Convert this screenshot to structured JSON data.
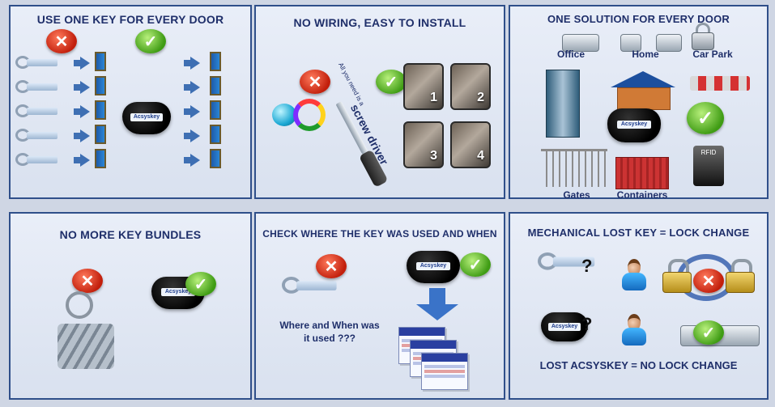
{
  "panels": {
    "p1": {
      "title": "USE ONE KEY FOR EVERY DOOR"
    },
    "p2": {
      "title": "NO WIRING, EASY TO INSTALL",
      "screwdriver_text": "screw driver",
      "small_text": "All you need is a",
      "steps": [
        "1",
        "2",
        "3",
        "4"
      ]
    },
    "p3": {
      "title": "ONE SOLUTION FOR EVERY DOOR",
      "labels": {
        "office": "Office",
        "home": "Home",
        "car_park": "Car Park",
        "gates": "Gates",
        "containers": "Containers",
        "rfid": "RFID"
      }
    },
    "p4": {
      "title": "NO MORE KEY BUNDLES"
    },
    "p5": {
      "title": "CHECK WHERE THE KEY WAS USED AND WHEN",
      "question": "Where and When was it used ???"
    },
    "p6": {
      "title": "MECHANICAL LOST KEY = LOCK CHANGE",
      "bottom_text": "LOST ACSYSKEY = NO LOCK CHANGE",
      "qmark": "?"
    }
  },
  "brand": {
    "fob_label": "Acsyskey"
  },
  "icons": {
    "red_x": "red-x-icon",
    "green_check": "green-check-icon"
  },
  "colors": {
    "title": "#1f2f6a",
    "border": "#2f4f8a",
    "check_green": "#3f9c14",
    "cross_red": "#c21f0c",
    "arrow_blue": "#3e6fb3"
  }
}
